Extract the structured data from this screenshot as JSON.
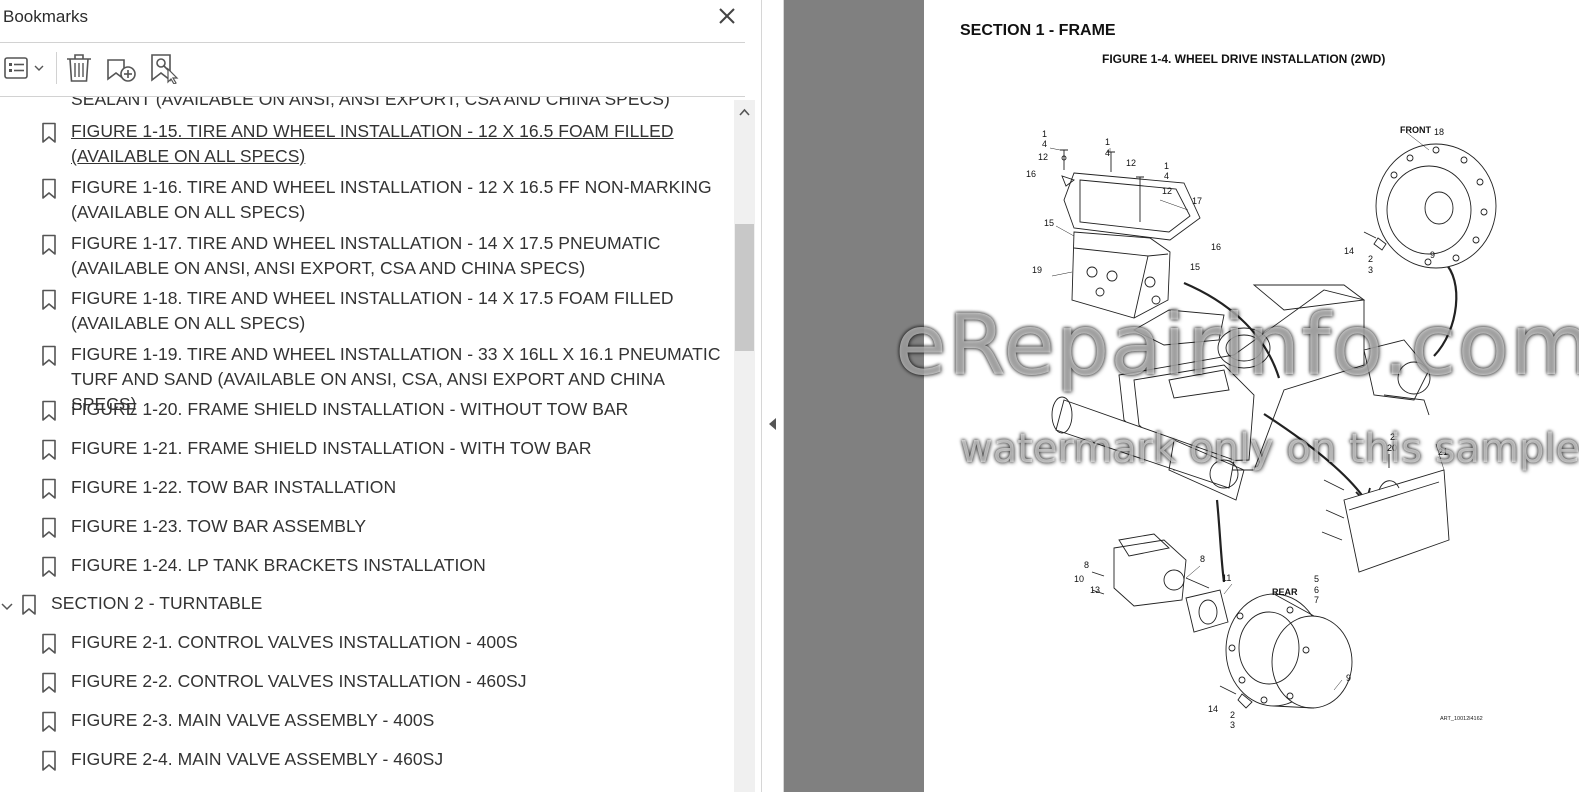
{
  "panel": {
    "title": "Bookmarks",
    "toolbar": {
      "options_icon": "options-menu-icon",
      "delete_icon": "delete-bookmark-icon",
      "new_icon": "new-bookmark-icon",
      "find_icon": "find-current-bookmark-icon"
    },
    "partial_top_text": "SEALANT (AVAILABLE ON ANSI, ANSI EXPORT, CSA AND CHINA SPECS)",
    "items": [
      {
        "label": "FIGURE 1-15. TIRE AND WHEEL INSTALLATION - 12 X 16.5 FOAM FILLED (AVAILABLE ON ALL SPECS)",
        "selected": true
      },
      {
        "label": "FIGURE 1-16. TIRE AND WHEEL INSTALLATION - 12 X 16.5 FF NON-MARKING (AVAILABLE ON ALL SPECS)"
      },
      {
        "label": "FIGURE 1-17. TIRE AND WHEEL INSTALLATION - 14 X 17.5 PNEUMATIC (AVAILABLE ON ANSI, ANSI EXPORT, CSA AND CHINA SPECS)"
      },
      {
        "label": "FIGURE 1-18. TIRE AND WHEEL INSTALLATION - 14 X 17.5 FOAM FILLED (AVAILABLE ON ALL SPECS)"
      },
      {
        "label": "FIGURE 1-19. TIRE AND WHEEL INSTALLATION - 33 X 16LL X 16.1 PNEUMATIC TURF AND SAND (AVAILABLE ON ANSI, CSA, ANSI EXPORT AND CHINA SPECS)"
      },
      {
        "label": "FIGURE 1-20. FRAME SHIELD INSTALLATION - WITHOUT TOW BAR"
      },
      {
        "label": "FIGURE 1-21. FRAME SHIELD INSTALLATION - WITH TOW BAR"
      },
      {
        "label": "FIGURE 1-22. TOW BAR INSTALLATION"
      },
      {
        "label": "FIGURE 1-23. TOW BAR ASSEMBLY"
      },
      {
        "label": "FIGURE 1-24. LP TANK BRACKETS INSTALLATION"
      },
      {
        "label": "SECTION 2 - TURNTABLE",
        "expanded": true
      },
      {
        "label": "FIGURE 2-1. CONTROL VALVES INSTALLATION - 400S"
      },
      {
        "label": "FIGURE 2-2. CONTROL VALVES INSTALLATION - 460SJ"
      },
      {
        "label": "FIGURE 2-3. MAIN VALVE ASSEMBLY - 400S"
      },
      {
        "label": "FIGURE 2-4. MAIN VALVE ASSEMBLY - 460SJ"
      }
    ]
  },
  "document": {
    "section_title": "SECTION 1 - FRAME",
    "figure_title": "FIGURE 1-4. WHEEL DRIVE INSTALLATION (2WD)",
    "labels": {
      "front": "FRONT",
      "rear": "REAR",
      "art_id": "ART_10012l4162"
    },
    "callouts": [
      "1",
      "4",
      "12",
      "16",
      "15",
      "19",
      "17",
      "18",
      "14",
      "2",
      "3",
      "9",
      "20",
      "21",
      "10",
      "13",
      "8",
      "11",
      "5",
      "6",
      "7"
    ]
  },
  "watermark": {
    "line1": "eRepairinfo.com",
    "line2": "watermark only on this sample"
  }
}
